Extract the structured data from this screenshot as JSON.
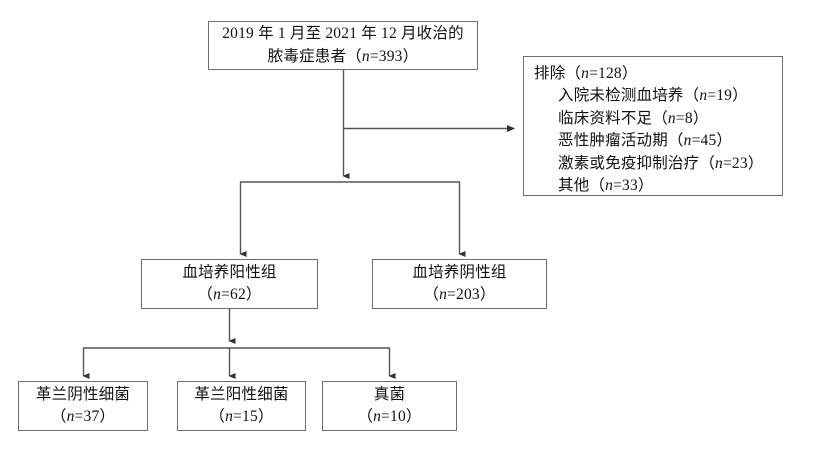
{
  "diagram": {
    "type": "flowchart",
    "title": "Sepsis patient enrollment flow diagram",
    "colors": {
      "box_border": "#6e6e6e",
      "connector": "#555555",
      "background": "#ffffff",
      "text": "#111111"
    },
    "nodes": {
      "enrolled": {
        "id": "enrolled",
        "line1": "2019 年 1 月至 2021 年 12 月收治的",
        "line2": "脓毒症患者（n=393）",
        "count": 393
      },
      "excluded": {
        "id": "excluded",
        "heading": "排除（n=128）",
        "count": 128,
        "reasons": [
          {
            "label": "入院未检测血培养（n=19）",
            "count": 19
          },
          {
            "label": "临床资料不足（n=8）",
            "count": 8
          },
          {
            "label": "恶性肿瘤活动期（n=45）",
            "count": 45
          },
          {
            "label": "激素或免疫抑制治疗（n=23）",
            "count": 23
          },
          {
            "label": "其他（n=33）",
            "count": 33
          }
        ]
      },
      "culture_positive": {
        "id": "culture-positive",
        "line1": "血培养阳性组",
        "line2": "（n=62）",
        "count": 62
      },
      "culture_negative": {
        "id": "culture-negative",
        "line1": "血培养阴性组",
        "line2": "（n=203）",
        "count": 203
      },
      "gram_negative": {
        "id": "gram-negative-bacteria",
        "line1": "革兰阴性细菌",
        "line2": "（n=37）",
        "count": 37
      },
      "gram_positive": {
        "id": "gram-positive-bacteria",
        "line1": "革兰阳性细菌",
        "line2": "（n=15）",
        "count": 15
      },
      "fungi": {
        "id": "fungi",
        "line1": "真菌",
        "line2": "（n=10）",
        "count": 10
      }
    }
  }
}
